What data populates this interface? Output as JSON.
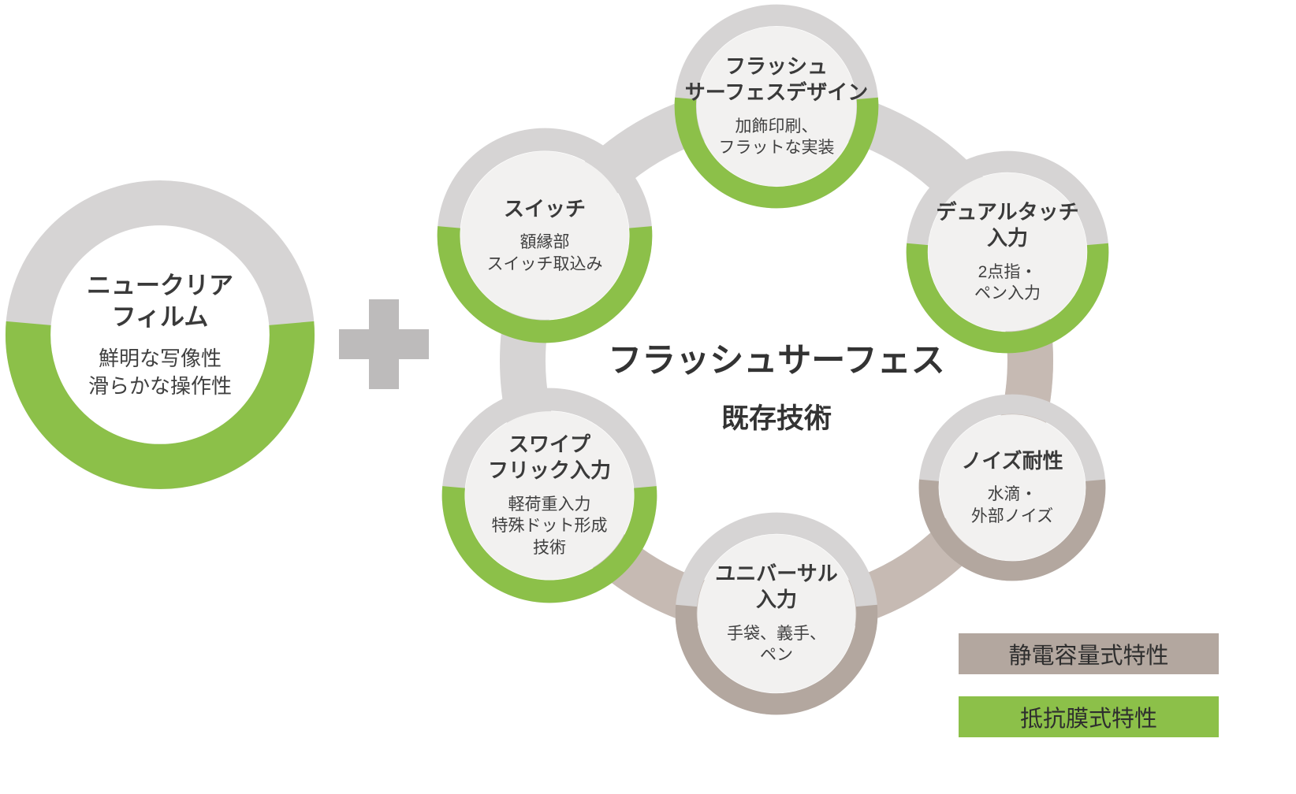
{
  "colors": {
    "green": "#8CC049",
    "taupe": "#B3A79F",
    "ring_gray": "#D6D4D4",
    "ring_taupe_light": "#C6BAB3",
    "inner_fill": "#F2F1F0",
    "inner_white": "#FFFFFF",
    "plus_gray": "#BDBBBB",
    "text": "#3A3A3A"
  },
  "left_circle": {
    "title": "ニュークリア\nフィルム",
    "subtitle": "鮮明な写像性\n滑らかな操作性",
    "type": "resistive"
  },
  "plus": {
    "icon": "plus-icon"
  },
  "center": {
    "title": "フラッシュサーフェス",
    "subtitle": "既存技術"
  },
  "nodes": [
    {
      "id": "flush-surface-design",
      "title": "フラッシュ\nサーフェスデザイン",
      "subtitle": "加飾印刷、\nフラットな実装",
      "type": "resistive"
    },
    {
      "id": "switch",
      "title": "スイッチ",
      "subtitle": "額縁部\nスイッチ取込み",
      "type": "resistive"
    },
    {
      "id": "dual-touch-input",
      "title": "デュアルタッチ\n入力",
      "subtitle": "2点指・\nペン入力",
      "type": "resistive"
    },
    {
      "id": "swipe-flick-input",
      "title": "スワイプ\nフリック入力",
      "subtitle": "軽荷重入力\n特殊ドット形成\n技術",
      "type": "resistive"
    },
    {
      "id": "universal-input",
      "title": "ユニバーサル\n入力",
      "subtitle": "手袋、義手、\nペン",
      "type": "capacitive"
    },
    {
      "id": "noise-immunity",
      "title": "ノイズ耐性",
      "subtitle": "水滴・\n外部ノイズ",
      "type": "capacitive"
    }
  ],
  "legend": [
    {
      "label": "静電容量式特性",
      "color": "#B3A79F",
      "type": "capacitive"
    },
    {
      "label": "抵抗膜式特性",
      "color": "#8CC049",
      "type": "resistive"
    }
  ]
}
